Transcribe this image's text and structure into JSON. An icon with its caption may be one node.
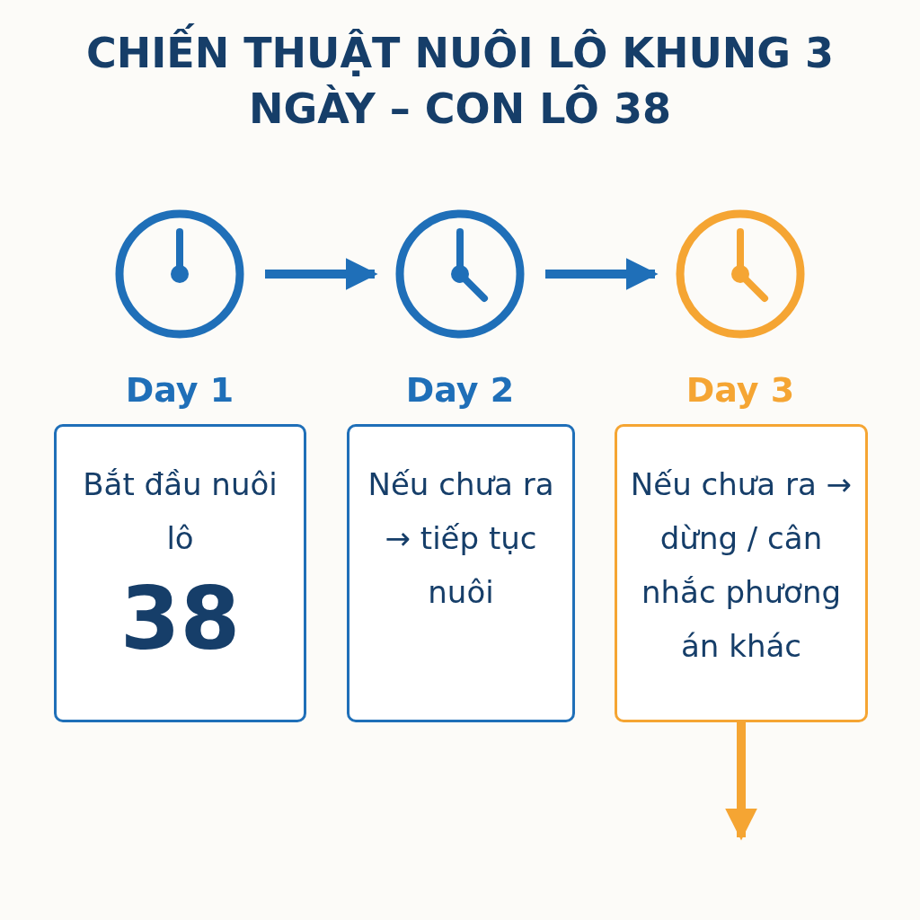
{
  "diagram": {
    "title": "CHIẾN THUẬT NUÔI LÔ KHUNG 3 NGÀY – CON LÔ 38",
    "nodes": [
      {
        "text": [
          "Day 1"
        ]
      },
      {
        "text": [
          "Day 2"
        ]
      },
      {
        "text": [
          "Day 3"
        ]
      },
      {
        "text": [
          "Bắt đầu nuôi lô",
          "38"
        ]
      },
      {
        "text": [
          "Nếu chưa ra → tiếp tục nuôi"
        ]
      },
      {
        "text": [
          "Nếu chưa ra → dừng / cân nhắc phương án khác"
        ]
      }
    ],
    "edges": [
      {
        "from": 0,
        "to": 1,
        "arrow": "to"
      },
      {
        "from": 1,
        "to": 2,
        "arrow": "to"
      },
      {
        "from": 5,
        "to": null,
        "arrow": "to",
        "color": "#f5a533"
      }
    ]
  }
}
